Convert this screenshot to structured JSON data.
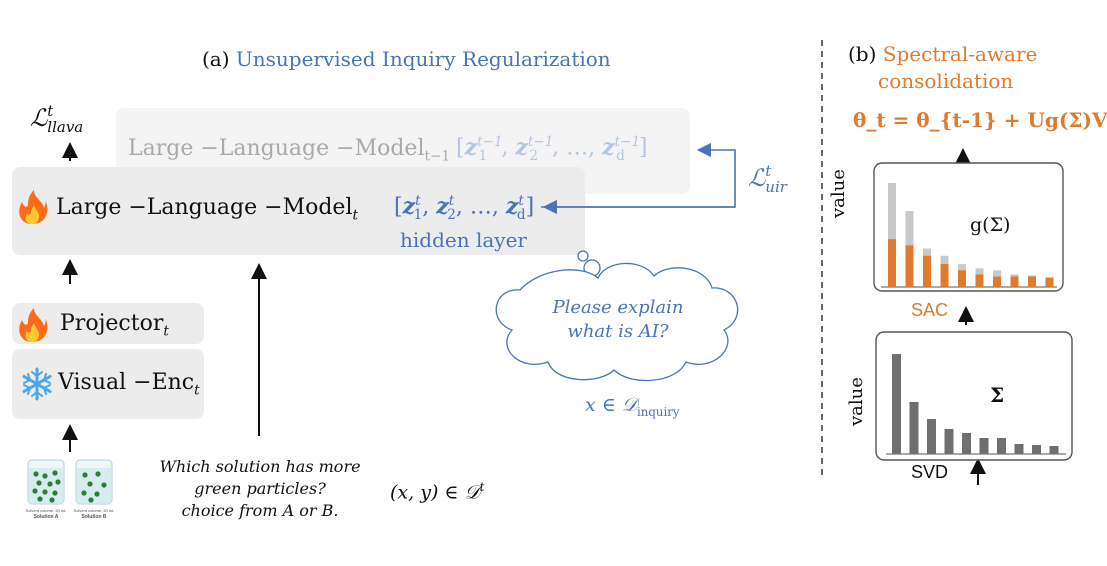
{
  "panel_a": {
    "prefix": "(a)",
    "title": "Unsupervised Inquiry Regularization"
  },
  "panel_b": {
    "prefix": "(b)",
    "title_line1": "Spectral-aware",
    "title_line2": "consolidation",
    "equation": "θ_t = θ_{t-1} + Ug(Σ)V"
  },
  "llava_loss": {
    "symbol": "ℒ",
    "sup": "t",
    "sub": "llava"
  },
  "uir_loss": {
    "symbol": "ℒ",
    "sup": "t",
    "sub": "uir"
  },
  "llm_prev": {
    "name": "Large −Language −Model",
    "sub": "t−1",
    "hidden_open": "[",
    "z": "z",
    "sup": "t−1",
    "hidden_close": "]",
    "dots": "…",
    "idx": [
      "1",
      "2",
      "d"
    ]
  },
  "llm_curr": {
    "name": "Large −Language −Model",
    "sub": "t",
    "sup": "t",
    "idx": [
      "1",
      "2",
      "d"
    ],
    "hidden_label": "hidden layer"
  },
  "projector": {
    "name": "Projector",
    "sub": "t"
  },
  "visual_enc": {
    "name": "Visual −Enc",
    "sub": "t"
  },
  "inquiry": {
    "line1": "Please explain",
    "line2": "what is AI?",
    "dataset": "x ∈ 𝒟",
    "dataset_sub": "inquiry"
  },
  "question": {
    "line1": "Which solution has more",
    "line2": "green particles?",
    "line3": "choice from A or B.",
    "dataset": "(x, y) ∈ 𝒟",
    "dataset_sup": "t"
  },
  "beakers": [
    {
      "caption": "Solvent volume: 30 mL",
      "label": "Solution A"
    },
    {
      "caption": "Solvent volume: 30 mL",
      "label": "Solution B"
    }
  ],
  "top_chart": {
    "ylabel": "value",
    "annotation": "g(Σ)",
    "below_label": "SAC"
  },
  "bottom_chart": {
    "ylabel": "value",
    "annotation": "Σ",
    "below_label": "SVD"
  },
  "chart_data": [
    {
      "type": "bar",
      "ylabel": "value",
      "annotation": "g(Σ)",
      "series": [
        {
          "values": [
            1.0,
            0.73,
            0.37,
            0.3,
            0.22,
            0.18,
            0.16,
            0.12,
            0.11,
            0.09
          ]
        },
        {
          "values": [
            0.46,
            0.4,
            0.3,
            0.22,
            0.16,
            0.12,
            0.1,
            0.1,
            0.1,
            0.09
          ]
        }
      ],
      "colors": [
        "#c8c8c8",
        "#e07a2e"
      ]
    },
    {
      "type": "bar",
      "ylabel": "value",
      "annotation": "Σ",
      "values": [
        1.0,
        0.52,
        0.35,
        0.25,
        0.21,
        0.16,
        0.16,
        0.1,
        0.09,
        0.08
      ],
      "colors": [
        "#6f6f6f"
      ]
    }
  ],
  "colors": {
    "blue": "#4a74b8",
    "orange": "#e07a2e",
    "panel_bg": "#efefef",
    "flame": "#ff6a1a",
    "snow": "#4aa6e8"
  },
  "icons": [
    "flame-icon",
    "snowflake-icon",
    "beaker-icon",
    "cloud-bubble"
  ]
}
